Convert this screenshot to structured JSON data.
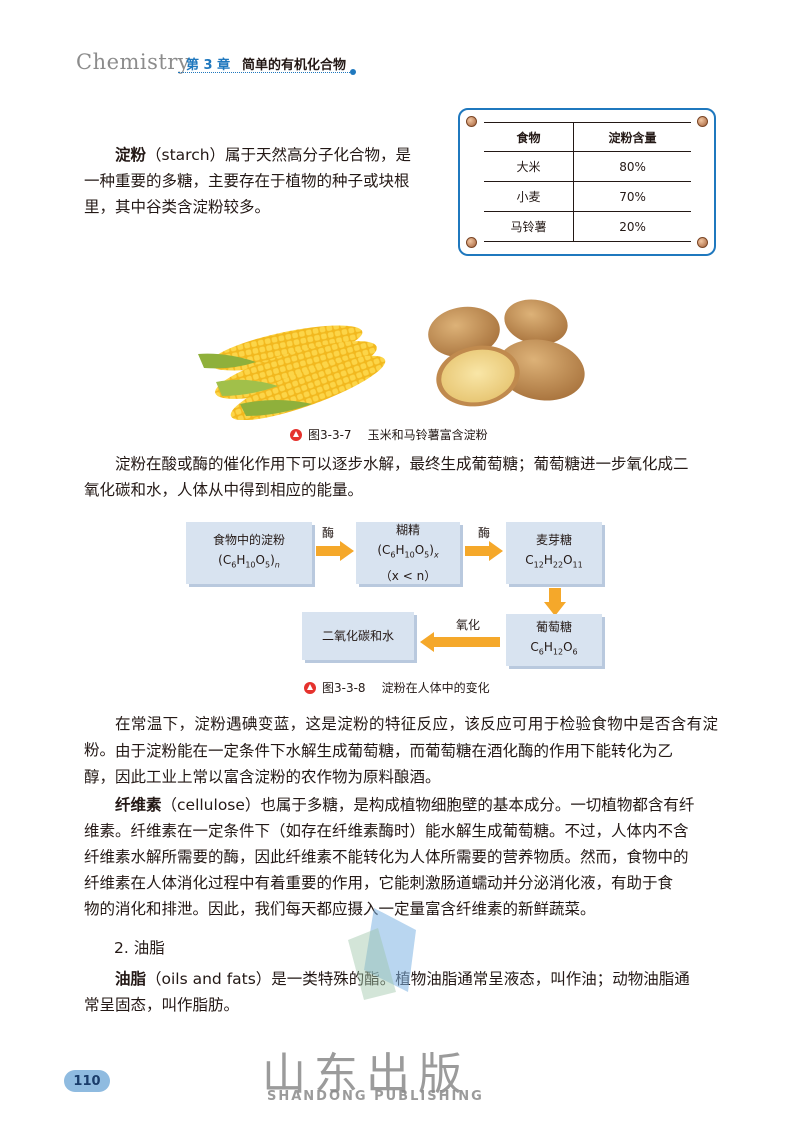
{
  "header": {
    "subject": "Chemistry",
    "chapter": "第 3 章",
    "title": "简单的有机化合物"
  },
  "starch_para": {
    "term": "淀粉",
    "rest_line1": "（starch）属于天然高分子化合物，是",
    "line2": "一种重要的多糖，主要存在于植物的种子或块根",
    "line3": "里，其中谷类含淀粉较多。"
  },
  "starch_table": {
    "headers": [
      "食物",
      "淀粉含量"
    ],
    "rows": [
      [
        "大米",
        "80%"
      ],
      [
        "小麦",
        "70%"
      ],
      [
        "马铃薯",
        "20%"
      ]
    ]
  },
  "figure_3_3_7": {
    "label": "图3-3-7",
    "caption": "玉米和马铃薯富含淀粉"
  },
  "para_hydrolysis": {
    "line1": "淀粉在酸或酶的催化作用下可以逐步水解，最终生成葡萄糖；葡萄糖进一步氧化成二",
    "line2": "氧化碳和水，人体从中得到相应的能量。"
  },
  "diagram": {
    "box1_line1": "食物中的淀粉",
    "box2_line1": "糊精",
    "box2_line3": "（x < n）",
    "box3_line1": "麦芽糖",
    "box4_line1": "葡萄糖",
    "box5_line1": "二氧化碳和水",
    "arrow1_label": "酶",
    "arrow2_label": "酶",
    "arrow4_label": "氧化"
  },
  "figure_3_3_8": {
    "label": "图3-3-8",
    "caption": "淀粉在人体中的变化"
  },
  "para_iodine": "在常温下，淀粉遇碘变蓝，这是淀粉的特征反应，该反应可用于检验食物中是否含有淀粉。",
  "para_alcohol": {
    "line1": "由于淀粉能在一定条件下水解生成葡萄糖，而葡萄糖在酒化酶的作用下能转化为乙",
    "line2": "醇，因此工业上常以富含淀粉的农作物为原料酿酒。"
  },
  "para_cellulose": {
    "term": "纤维素",
    "line1_rest": "（cellulose）也属于多糖，是构成植物细胞壁的基本成分。一切植物都含有纤",
    "line2": "维素。纤维素在一定条件下（如存在纤维素酶时）能水解生成葡萄糖。不过，人体内不含",
    "line3": "纤维素水解所需要的酶，因此纤维素不能转化为人体所需要的营养物质。然而，食物中的",
    "line4": "纤维素在人体消化过程中有着重要的作用，它能刺激肠道蠕动并分泌消化液，有助于食",
    "line5": "物的消化和排泄。因此，我们每天都应摄入一定量富含纤维素的新鲜蔬菜。"
  },
  "section_2": "2. 油脂",
  "para_fats": {
    "term": "油脂",
    "line1_rest": "（oils and fats）是一类特殊的酯。植物油脂通常呈液态，叫作油；动物油脂通",
    "line2": "常呈固态，叫作脂肪。"
  },
  "page_number": "110",
  "watermark": {
    "cn": "山东出版",
    "en": "SHANDONG PUBLISHING"
  },
  "colors": {
    "accent_blue": "#1f78be",
    "caption_red": "#e5322d",
    "arrow_orange": "#f5a82a",
    "box_fill": "#d8e3f0"
  }
}
